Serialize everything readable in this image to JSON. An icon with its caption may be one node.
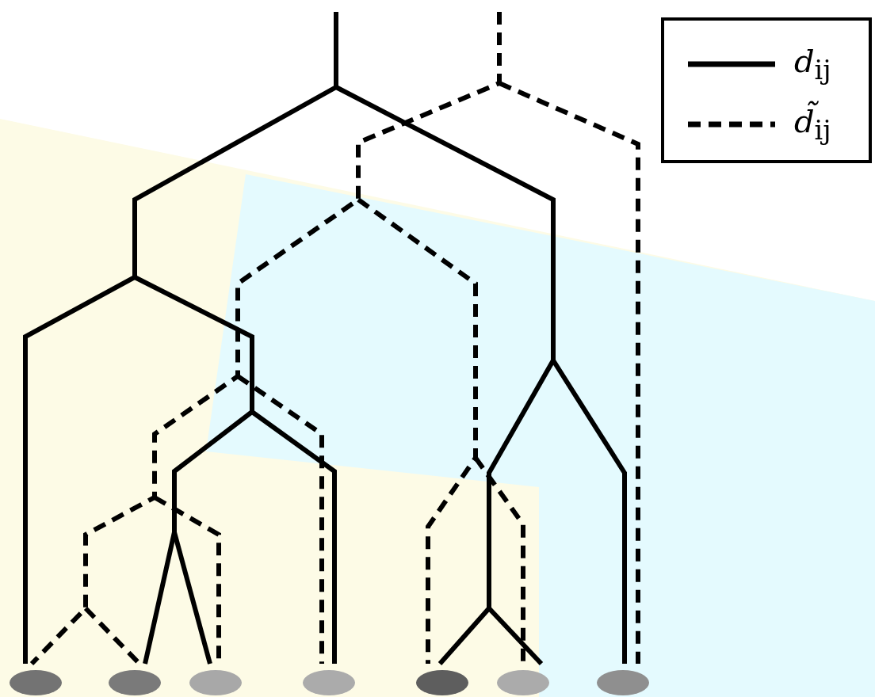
{
  "diagram": {
    "nodes": [
      {
        "text": [],
        "shape": "ellipse"
      },
      {
        "text": [],
        "shape": "ellipse"
      },
      {
        "text": [],
        "shape": "ellipse"
      },
      {
        "text": [],
        "shape": "ellipse"
      },
      {
        "text": [],
        "shape": "ellipse"
      },
      {
        "text": [],
        "shape": "ellipse"
      },
      {
        "text": [],
        "shape": "ellipse"
      }
    ],
    "legend": [
      {
        "text": "*d*$_{ij}$"
      },
      {
        "text": "*d̃*$_{ij}$"
      }
    ]
  }
}
